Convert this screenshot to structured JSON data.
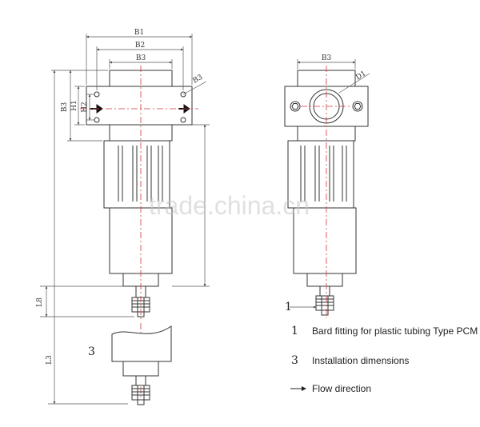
{
  "dimensions": {
    "b1": "B1",
    "b2": "B2",
    "b3_top": "B3",
    "b3_diag": "B3",
    "b3_side": "B3",
    "h1": "H1",
    "h2": "H2",
    "l8": "L8",
    "l3": "L3",
    "b3_right": "B3",
    "d1": "D1"
  },
  "callouts": {
    "detail_3": "3",
    "item_1": "1"
  },
  "legend": [
    {
      "num": "1",
      "text": "Bard fitting for plastic tubing Type PCM"
    },
    {
      "num": "3",
      "text": "Installation dimensions"
    },
    {
      "num": "",
      "text": "Flow direction"
    }
  ],
  "watermark": "trade.china.cn",
  "colors": {
    "line": "#333333",
    "centerline": "#d33a3a",
    "dimline": "#555555"
  }
}
